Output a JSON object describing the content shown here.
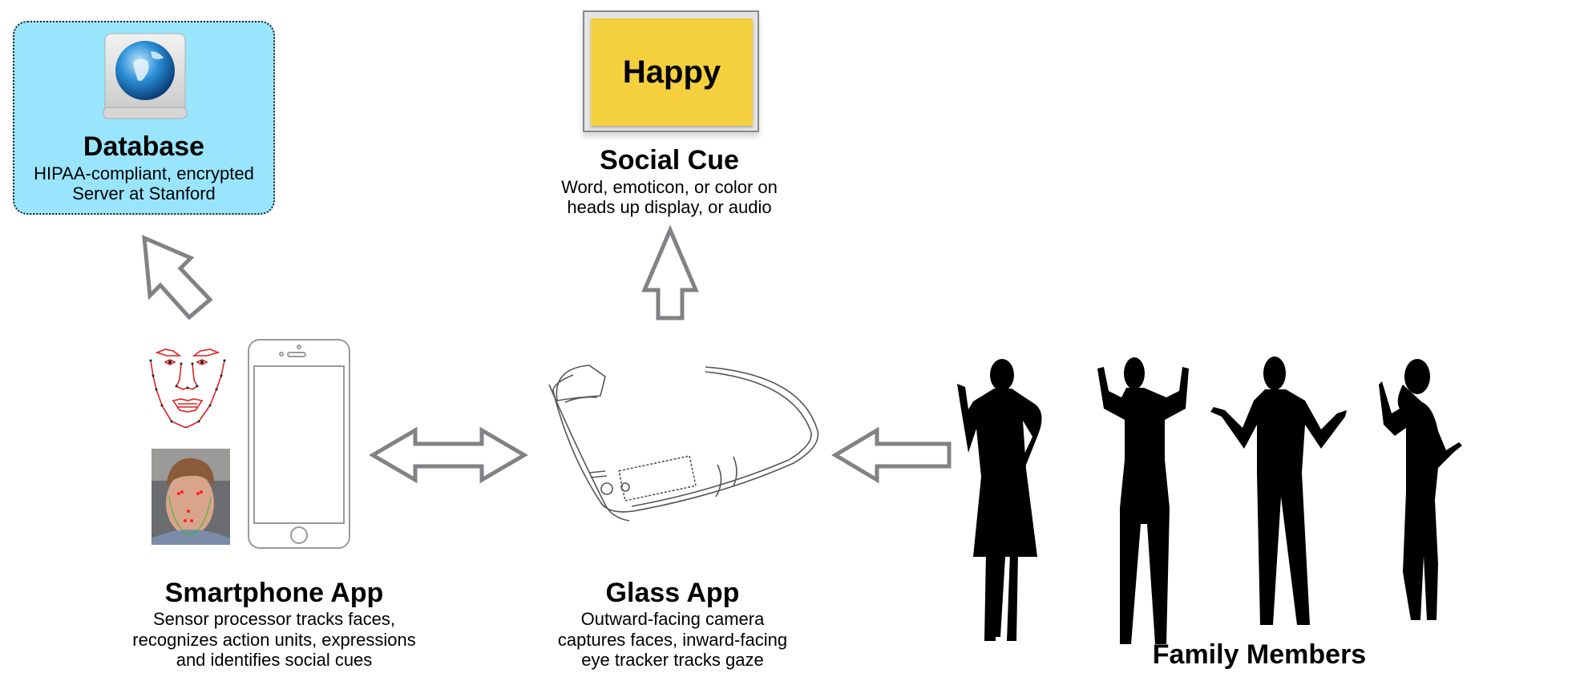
{
  "database": {
    "title": "Database",
    "subtitle_lines": [
      "HIPAA-compliant, encrypted",
      "Server at Stanford"
    ],
    "box_color": "#99e5fd"
  },
  "social_cue": {
    "card_text": "Happy",
    "card_color": "#f4d03f",
    "title": "Social Cue",
    "subtitle_lines": [
      "Word, emoticon, or color on",
      "heads up display, or audio"
    ]
  },
  "smartphone_app": {
    "title": "Smartphone App",
    "subtitle_lines": [
      "Sensor processor tracks faces,",
      "recognizes action units, expressions",
      "and identifies social cues"
    ]
  },
  "glass_app": {
    "title": "Glass App",
    "subtitle_lines": [
      "Outward-facing camera",
      "captures faces, inward-facing",
      "eye tracker tracks gaze"
    ]
  },
  "family": {
    "title": "Family Members"
  },
  "arrow_color": "#808285"
}
